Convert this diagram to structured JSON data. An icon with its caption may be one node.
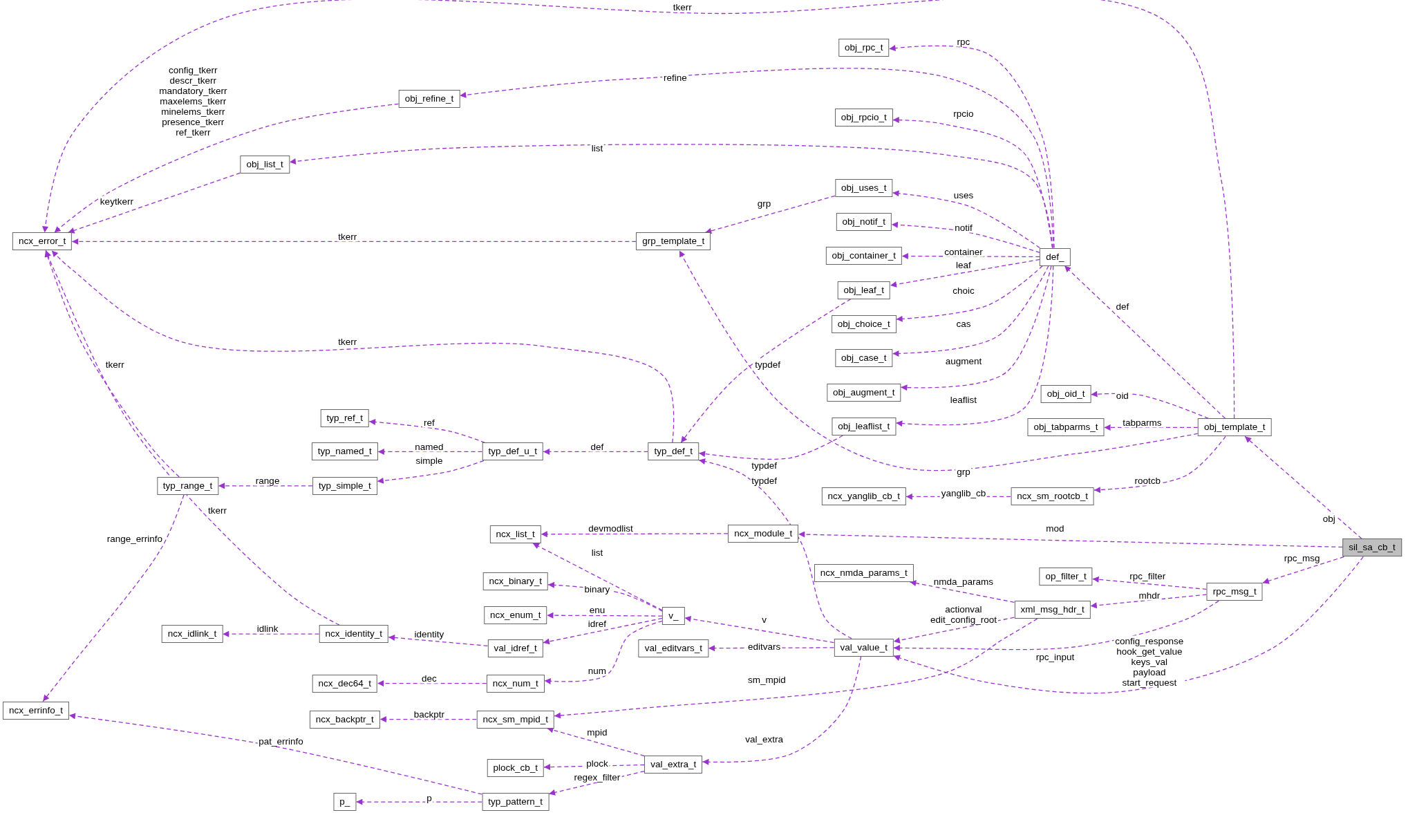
{
  "diagram": {
    "nodes": [
      {
        "text": [
          "sil_sa_cb_t"
        ]
      },
      {
        "text": [
          "obj_template_t"
        ]
      },
      {
        "text": [
          "def_"
        ]
      },
      {
        "text": [
          "obj_rpc_t"
        ]
      },
      {
        "text": [
          "obj_refine_t"
        ]
      },
      {
        "text": [
          "obj_rpcio_t"
        ]
      },
      {
        "text": [
          "obj_list_t"
        ]
      },
      {
        "text": [
          "obj_uses_t"
        ]
      },
      {
        "text": [
          "grp_template_t"
        ]
      },
      {
        "text": [
          "ncx_error_t"
        ]
      },
      {
        "text": [
          "obj_notif_t"
        ]
      },
      {
        "text": [
          "obj_container_t"
        ]
      },
      {
        "text": [
          "obj_leaf_t"
        ]
      },
      {
        "text": [
          "obj_choice_t"
        ]
      },
      {
        "text": [
          "obj_case_t"
        ]
      },
      {
        "text": [
          "obj_augment_t"
        ]
      },
      {
        "text": [
          "obj_leaflist_t"
        ]
      },
      {
        "text": [
          "obj_oid_t"
        ]
      },
      {
        "text": [
          "obj_tabparms_t"
        ]
      },
      {
        "text": [
          "typ_def_t"
        ]
      },
      {
        "text": [
          "typ_ref_t"
        ]
      },
      {
        "text": [
          "typ_named_t"
        ]
      },
      {
        "text": [
          "typ_def_u_t"
        ]
      },
      {
        "text": [
          "typ_simple_t"
        ]
      },
      {
        "text": [
          "typ_range_t"
        ]
      },
      {
        "text": [
          "ncx_yanglib_cb_t"
        ]
      },
      {
        "text": [
          "ncx_sm_rootcb_t"
        ]
      },
      {
        "text": [
          "ncx_module_t"
        ]
      },
      {
        "text": [
          "ncx_list_t"
        ]
      },
      {
        "text": [
          "ncx_nmda_params_t"
        ]
      },
      {
        "text": [
          "op_filter_t"
        ]
      },
      {
        "text": [
          "rpc_msg_t"
        ]
      },
      {
        "text": [
          "ncx_binary_t"
        ]
      },
      {
        "text": [
          "ncx_enum_t"
        ]
      },
      {
        "text": [
          "v_"
        ]
      },
      {
        "text": [
          "xml_msg_hdr_t"
        ]
      },
      {
        "text": [
          "ncx_idlink_t"
        ]
      },
      {
        "text": [
          "ncx_identity_t"
        ]
      },
      {
        "text": [
          "val_idref_t"
        ]
      },
      {
        "text": [
          "val_editvars_t"
        ]
      },
      {
        "text": [
          "val_value_t"
        ]
      },
      {
        "text": [
          "ncx_dec64_t"
        ]
      },
      {
        "text": [
          "ncx_num_t"
        ]
      },
      {
        "text": [
          "ncx_errinfo_t"
        ]
      },
      {
        "text": [
          "ncx_backptr_t"
        ]
      },
      {
        "text": [
          "ncx_sm_mpid_t"
        ]
      },
      {
        "text": [
          "plock_cb_t"
        ]
      },
      {
        "text": [
          "val_extra_t"
        ]
      },
      {
        "text": [
          "p_"
        ]
      },
      {
        "text": [
          "typ_pattern_t"
        ]
      }
    ],
    "edges": [
      {
        "from": 0,
        "to": 1,
        "label": "obj",
        "arrow": "to"
      },
      {
        "from": 0,
        "to": 27,
        "label": "mod",
        "arrow": "to"
      },
      {
        "from": 0,
        "to": 31,
        "label": "rpc_msg",
        "arrow": "to"
      },
      {
        "from": 0,
        "to": 40,
        "label": "config_response hook_get_value keys_val payload start_request",
        "arrow": "to"
      },
      {
        "from": 1,
        "to": 9,
        "label": "tkerr",
        "arrow": "to"
      },
      {
        "from": 1,
        "to": 2,
        "label": "def",
        "arrow": "to"
      },
      {
        "from": 1,
        "to": 17,
        "label": "oid",
        "arrow": "to"
      },
      {
        "from": 1,
        "to": 18,
        "label": "tabparms",
        "arrow": "to"
      },
      {
        "from": 1,
        "to": 26,
        "label": "rootcb",
        "arrow": "to"
      },
      {
        "from": 1,
        "to": 8,
        "label": "grp",
        "arrow": "to"
      },
      {
        "from": 2,
        "to": 3,
        "label": "rpc",
        "arrow": "to"
      },
      {
        "from": 2,
        "to": 4,
        "label": "refine",
        "arrow": "to"
      },
      {
        "from": 2,
        "to": 5,
        "label": "rpcio",
        "arrow": "to"
      },
      {
        "from": 2,
        "to": 6,
        "label": "list",
        "arrow": "to"
      },
      {
        "from": 2,
        "to": 7,
        "label": "uses",
        "arrow": "to"
      },
      {
        "from": 2,
        "to": 10,
        "label": "notif",
        "arrow": "to"
      },
      {
        "from": 2,
        "to": 11,
        "label": "container",
        "arrow": "to"
      },
      {
        "from": 2,
        "to": 12,
        "label": "leaf",
        "arrow": "to"
      },
      {
        "from": 2,
        "to": 13,
        "label": "choic",
        "arrow": "to"
      },
      {
        "from": 2,
        "to": 14,
        "label": "cas",
        "arrow": "to"
      },
      {
        "from": 2,
        "to": 15,
        "label": "augment",
        "arrow": "to"
      },
      {
        "from": 2,
        "to": 16,
        "label": "leaflist",
        "arrow": "to"
      },
      {
        "from": 4,
        "to": 9,
        "label": "config_tkerr descr_tkerr mandatory_tkerr maxelems_tkerr minelems_tkerr presence_tkerr ref_tkerr",
        "arrow": "to"
      },
      {
        "from": 6,
        "to": 9,
        "label": "keytkerr",
        "arrow": "to"
      },
      {
        "from": 7,
        "to": 8,
        "label": "grp",
        "arrow": "to"
      },
      {
        "from": 8,
        "to": 9,
        "label": "tkerr",
        "arrow": "to"
      },
      {
        "from": 12,
        "to": 19,
        "label": "typdef",
        "arrow": "to"
      },
      {
        "from": 16,
        "to": 19,
        "label": "typdef",
        "arrow": "to"
      },
      {
        "from": 19,
        "to": 9,
        "label": "tkerr",
        "arrow": "to"
      },
      {
        "from": 19,
        "to": 22,
        "label": "def",
        "arrow": "to"
      },
      {
        "from": 22,
        "to": 20,
        "label": "ref",
        "arrow": "to"
      },
      {
        "from": 22,
        "to": 21,
        "label": "named",
        "arrow": "to"
      },
      {
        "from": 22,
        "to": 23,
        "label": "simple",
        "arrow": "to"
      },
      {
        "from": 23,
        "to": 24,
        "label": "range",
        "arrow": "to"
      },
      {
        "from": 24,
        "to": 9,
        "label": "tkerr",
        "arrow": "to"
      },
      {
        "from": 24,
        "to": 43,
        "label": "range_errinfo",
        "arrow": "to"
      },
      {
        "from": 26,
        "to": 25,
        "label": "yanglib_cb",
        "arrow": "to"
      },
      {
        "from": 27,
        "to": 28,
        "label": "devmodlist",
        "arrow": "to"
      },
      {
        "from": 31,
        "to": 30,
        "label": "rpc_filter",
        "arrow": "to"
      },
      {
        "from": 31,
        "to": 35,
        "label": "mhdr",
        "arrow": "to"
      },
      {
        "from": 31,
        "to": 40,
        "label": "rpc_input",
        "arrow": "to"
      },
      {
        "from": 35,
        "to": 29,
        "label": "nmda_params",
        "arrow": "to"
      },
      {
        "from": 35,
        "to": 40,
        "label": "actionval edit_config_root",
        "arrow": "to"
      },
      {
        "from": 35,
        "to": 45,
        "label": "sm_mpid",
        "arrow": "to"
      },
      {
        "from": 40,
        "to": 19,
        "label": "typdef",
        "arrow": "to"
      },
      {
        "from": 40,
        "to": 34,
        "label": "v",
        "arrow": "to"
      },
      {
        "from": 40,
        "to": 39,
        "label": "editvars",
        "arrow": "to"
      },
      {
        "from": 40,
        "to": 47,
        "label": "val_extra",
        "arrow": "to"
      },
      {
        "from": 37,
        "to": 9,
        "label": "tkerr",
        "arrow": "to"
      },
      {
        "from": 37,
        "to": 36,
        "label": "idlink",
        "arrow": "to"
      },
      {
        "from": 34,
        "to": 28,
        "label": "list",
        "arrow": "to"
      },
      {
        "from": 34,
        "to": 32,
        "label": "binary",
        "arrow": "to"
      },
      {
        "from": 34,
        "to": 33,
        "label": "enu",
        "arrow": "to"
      },
      {
        "from": 34,
        "to": 38,
        "label": "idref",
        "arrow": "to"
      },
      {
        "from": 34,
        "to": 42,
        "label": "num",
        "arrow": "to"
      },
      {
        "from": 38,
        "to": 37,
        "label": "identity",
        "arrow": "to"
      },
      {
        "from": 42,
        "to": 41,
        "label": "dec",
        "arrow": "to"
      },
      {
        "from": 45,
        "to": 44,
        "label": "backptr",
        "arrow": "to"
      },
      {
        "from": 47,
        "to": 45,
        "label": "mpid",
        "arrow": "to"
      },
      {
        "from": 47,
        "to": 46,
        "label": "plock",
        "arrow": "to"
      },
      {
        "from": 47,
        "to": 49,
        "label": "regex_filter",
        "arrow": "to"
      },
      {
        "from": 49,
        "to": 43,
        "label": "pat_errinfo",
        "arrow": "to"
      },
      {
        "from": 49,
        "to": 48,
        "label": "p",
        "arrow": "to"
      }
    ]
  }
}
